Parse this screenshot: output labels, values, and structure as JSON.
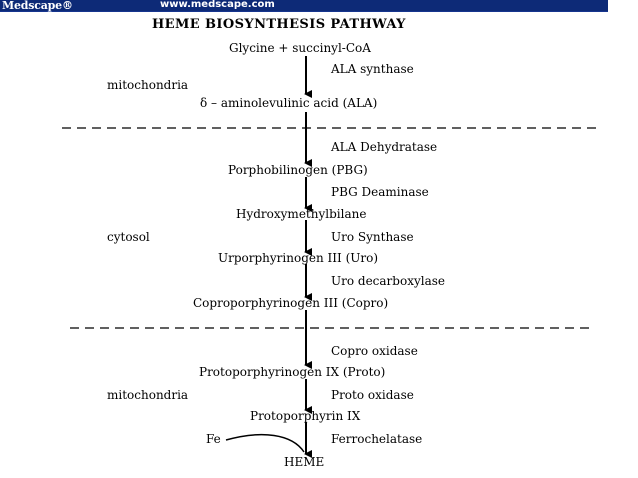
{
  "header": {
    "logo": "Medscape®",
    "url": "www.medscape.com"
  },
  "pathway": {
    "title": "HEME BIOSYNTHESIS PATHWAY",
    "compartments": {
      "mitochondria_top": "mitochondria",
      "cytosol": "cytosol",
      "mitochondria_bottom": "mitochondria"
    },
    "molecules": {
      "start": "Glycine + succinyl-CoA",
      "ala": "δ – aminolevulinic acid (ALA)",
      "pbg": "Porphobilinogen (PBG)",
      "hmb": "Hydroxymethylbilane",
      "uro": "Urporphyrinogen III (Uro)",
      "copro": "Coproporphyrinogen III (Copro)",
      "proto": "Protoporphyrinogen IX (Proto)",
      "protoporphyrin": "Protoporphyrin IX",
      "fe": "Fe",
      "heme": "HEME"
    },
    "enzymes": {
      "ala_synthase": "ALA synthase",
      "ala_dehydratase": "ALA Dehydratase",
      "pbg_deaminase": "PBG Deaminase",
      "uro_synthase": "Uro Synthase",
      "uro_decarboxylase": "Uro decarboxylase",
      "copro_oxidase": "Copro oxidase",
      "proto_oxidase": "Proto oxidase",
      "ferrochelatase": "Ferrochelatase"
    }
  }
}
